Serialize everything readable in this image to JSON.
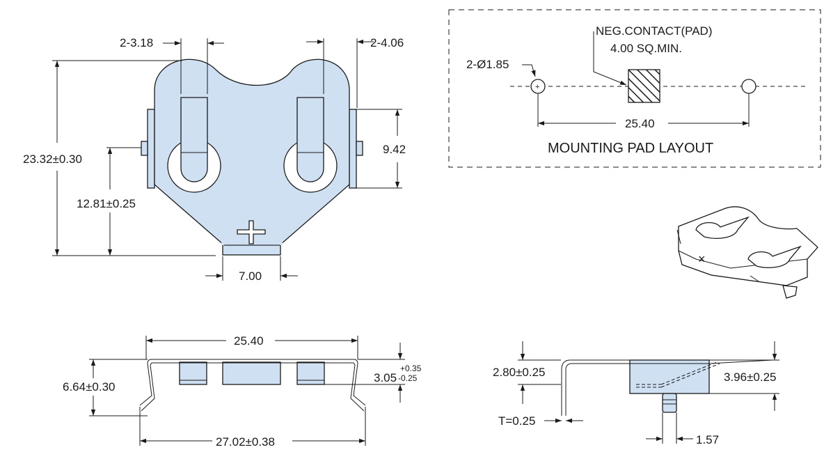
{
  "top_view": {
    "dim_slot_width": "2-3.18",
    "dim_slot_pitch": "2-4.06",
    "dim_overall_height": "23.32±0.30",
    "dim_center_height": "12.81±0.25",
    "dim_side_height": "9.42",
    "dim_tab_width": "7.00"
  },
  "pad_layout": {
    "title": "MOUNTING PAD LAYOUT",
    "hole_callout": "2-Ø1.85",
    "contact_label_line1": "NEG.CONTACT(PAD)",
    "contact_label_line2": "4.00 SQ.MIN.",
    "hole_spacing": "25.40"
  },
  "front_view": {
    "dim_top_width": "25.40",
    "dim_height": "6.64±0.30",
    "dim_clearance": "3.05",
    "dim_clearance_plus": "+0.35",
    "dim_clearance_minus": "-0.25",
    "dim_overall_width": "27.02±0.38"
  },
  "side_view": {
    "dim_left_height": "2.80±0.25",
    "dim_right_height": "3.96±0.25",
    "dim_thickness": "T=0.25",
    "dim_pin_width": "1.57"
  },
  "iso_view": {
    "polarity_mark": "×"
  },
  "colors": {
    "part_fill": "#cfe0f2",
    "line": "#1a1a1a"
  }
}
